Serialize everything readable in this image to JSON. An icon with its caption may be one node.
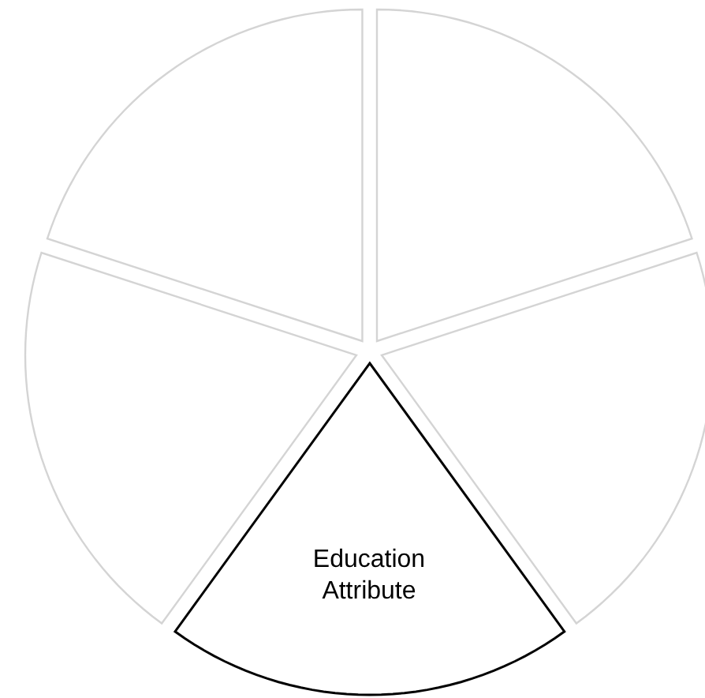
{
  "diagram": {
    "nodes": [
      {
        "text": [],
        "shape": "wedge"
      },
      {
        "text": [],
        "shape": "wedge"
      },
      {
        "text": [],
        "shape": "wedge"
      },
      {
        "text": [],
        "shape": "wedge"
      },
      {
        "text": [
          "Education Attribute"
        ]
      }
    ]
  }
}
